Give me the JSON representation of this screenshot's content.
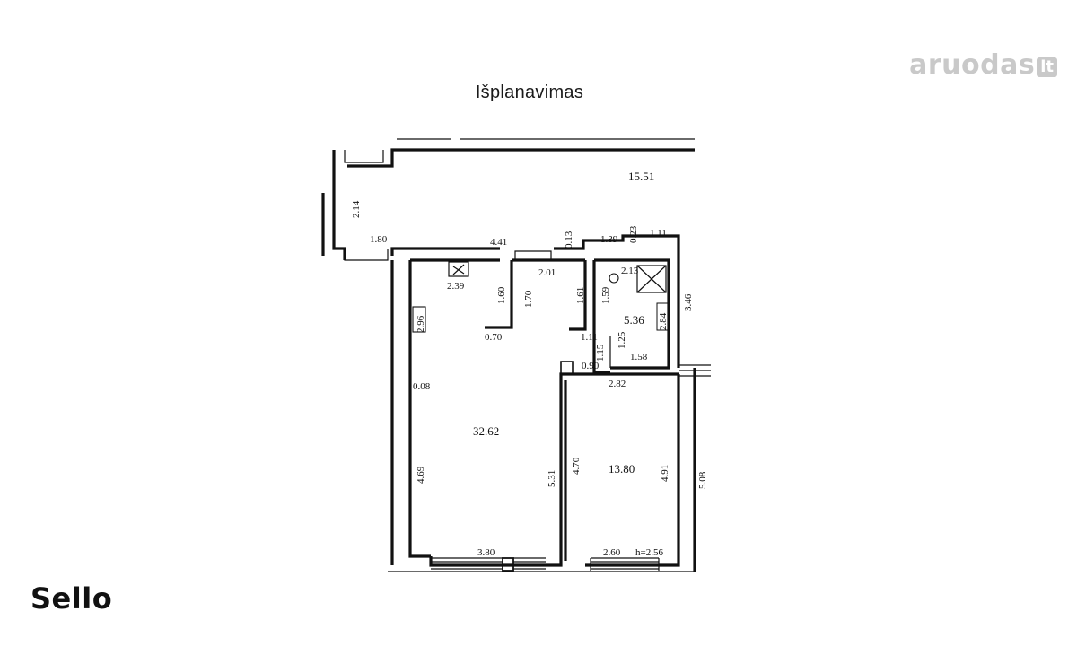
{
  "title": "Išplanavimas",
  "watermark": {
    "name": "aruodas",
    "tld": "lt"
  },
  "brand": "Sello",
  "plan": {
    "areas": {
      "corridor": "15.51",
      "main_room": "32.62",
      "bathroom": "5.36",
      "bedroom": "13.80"
    },
    "dims": {
      "d_2_14": "2.14",
      "d_1_80": "1.80",
      "d_4_41": "4.41",
      "d_0_13": "0.13",
      "d_1_39": "1.39",
      "d_0_23": "0.23",
      "d_1_11_top": "1.11",
      "d_2_01": "2.01",
      "d_2_13": "2.13",
      "d_2_39": "2.39",
      "d_1_60": "1.60",
      "d_1_70": "1.70",
      "d_1_61": "1.61",
      "d_1_59": "1.59",
      "d_3_46": "3.46",
      "d_2_96": "2.96",
      "d_2_84": "2.84",
      "d_0_70": "0.70",
      "d_1_11_mid": "1.11",
      "d_1_15": "1.15",
      "d_1_25": "1.25",
      "d_1_58": "1.58",
      "d_0_90": "0.90",
      "d_2_82": "2.82",
      "d_0_08": "0.08",
      "d_4_69": "4.69",
      "d_5_31": "5.31",
      "d_4_70": "4.70",
      "d_4_91": "4.91",
      "d_5_08": "5.08",
      "d_3_80": "3.80",
      "d_2_60": "2.60",
      "height": "h=2.56"
    }
  }
}
